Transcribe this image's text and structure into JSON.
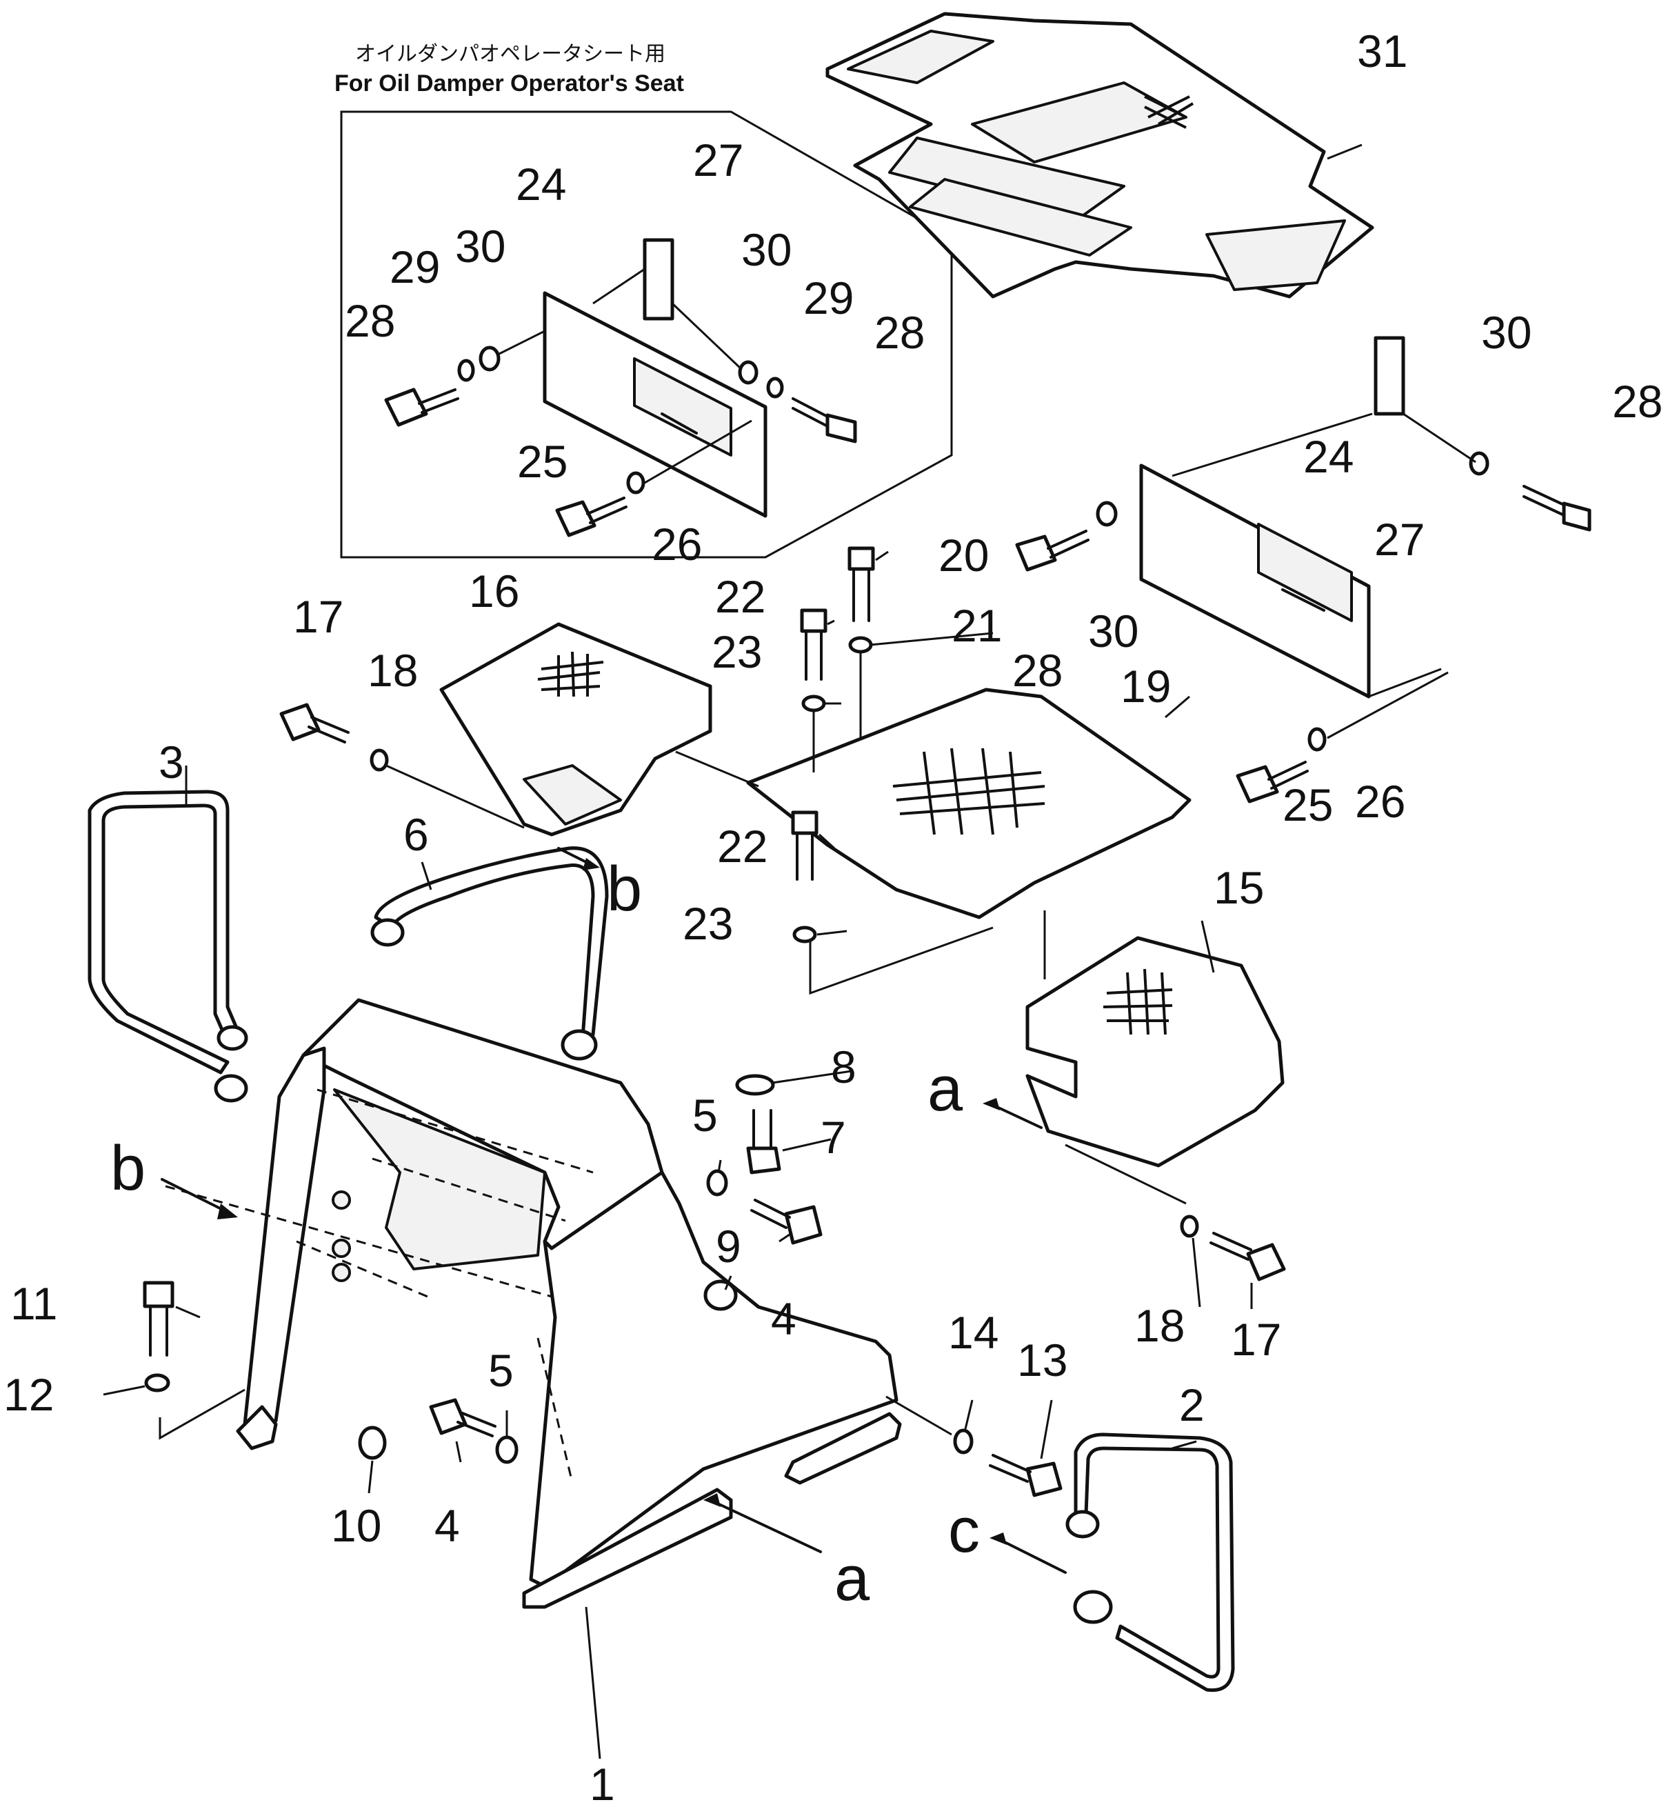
{
  "inset": {
    "caption_jp": "オイルダンパオペレータシート用",
    "caption_en": "For Oil Damper Operator's Seat"
  },
  "labels": {
    "p1": "1",
    "p2": "2",
    "p3": "3",
    "p4a": "4",
    "p4b": "4",
    "p5a": "5",
    "p5b": "5",
    "p6": "6",
    "p7": "7",
    "p8": "8",
    "p9": "9",
    "p10": "10",
    "p11": "11",
    "p12": "12",
    "p13": "13",
    "p14": "14",
    "p15": "15",
    "p16": "16",
    "p17a": "17",
    "p17b": "17",
    "p18a": "18",
    "p18b": "18",
    "p19": "19",
    "p20": "20",
    "p21": "21",
    "p22a": "22",
    "p22b": "22",
    "p23a": "23",
    "p23b": "23",
    "p24a": "24",
    "p24b": "24",
    "p25a": "25",
    "p25b": "25",
    "p26a": "26",
    "p26b": "26",
    "p27a": "27",
    "p27b": "27",
    "p28a": "28",
    "p28b": "28",
    "p28c": "28",
    "p28d": "28",
    "p29a": "29",
    "p29b": "29",
    "p30a": "30",
    "p30b": "30",
    "p30c": "30",
    "p30d": "30",
    "p31": "31"
  },
  "refs": {
    "a1": "a",
    "a2": "a",
    "b1": "b",
    "b2": "b",
    "c1": "c"
  }
}
